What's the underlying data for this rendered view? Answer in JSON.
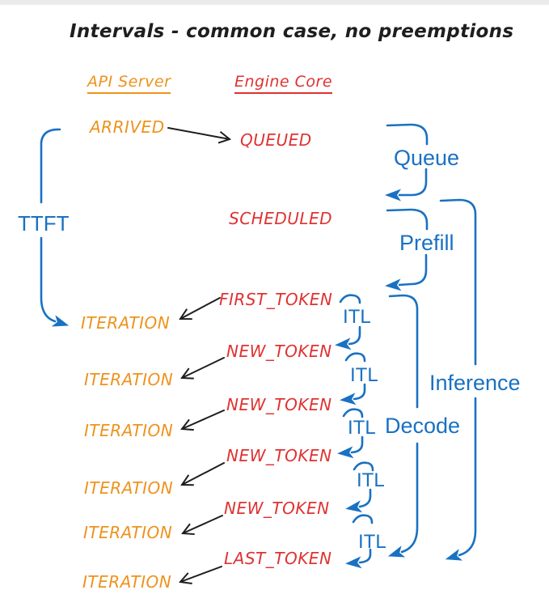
{
  "title": "Intervals - common case, no preemptions",
  "columns": {
    "api_server": "API Server",
    "engine_core": "Engine Core"
  },
  "api_column": {
    "arrived": "ARRIVED",
    "iteration_labels": [
      "ITERATION",
      "ITERATION",
      "ITERATION",
      "ITERATION",
      "ITERATION",
      "ITERATION"
    ]
  },
  "engine_column": {
    "events": [
      "QUEUED",
      "SCHEDULED",
      "FIRST_TOKEN",
      "NEW_TOKEN",
      "NEW_TOKEN",
      "NEW_TOKEN",
      "NEW_TOKEN",
      "LAST_TOKEN"
    ]
  },
  "interval_labels": {
    "ttft": "TTFT",
    "queue": "Queue",
    "prefill": "Prefill",
    "decode": "Decode",
    "inference": "Inference",
    "itl": [
      "ITL",
      "ITL",
      "ITL",
      "ITL",
      "ITL"
    ]
  },
  "colors": {
    "api_orange": "#ee921c",
    "engine_red": "#e03131",
    "interval_blue": "#1971c2",
    "arrow_black": "#1e1e1e",
    "top_strip_gray": "#ebebeb"
  }
}
